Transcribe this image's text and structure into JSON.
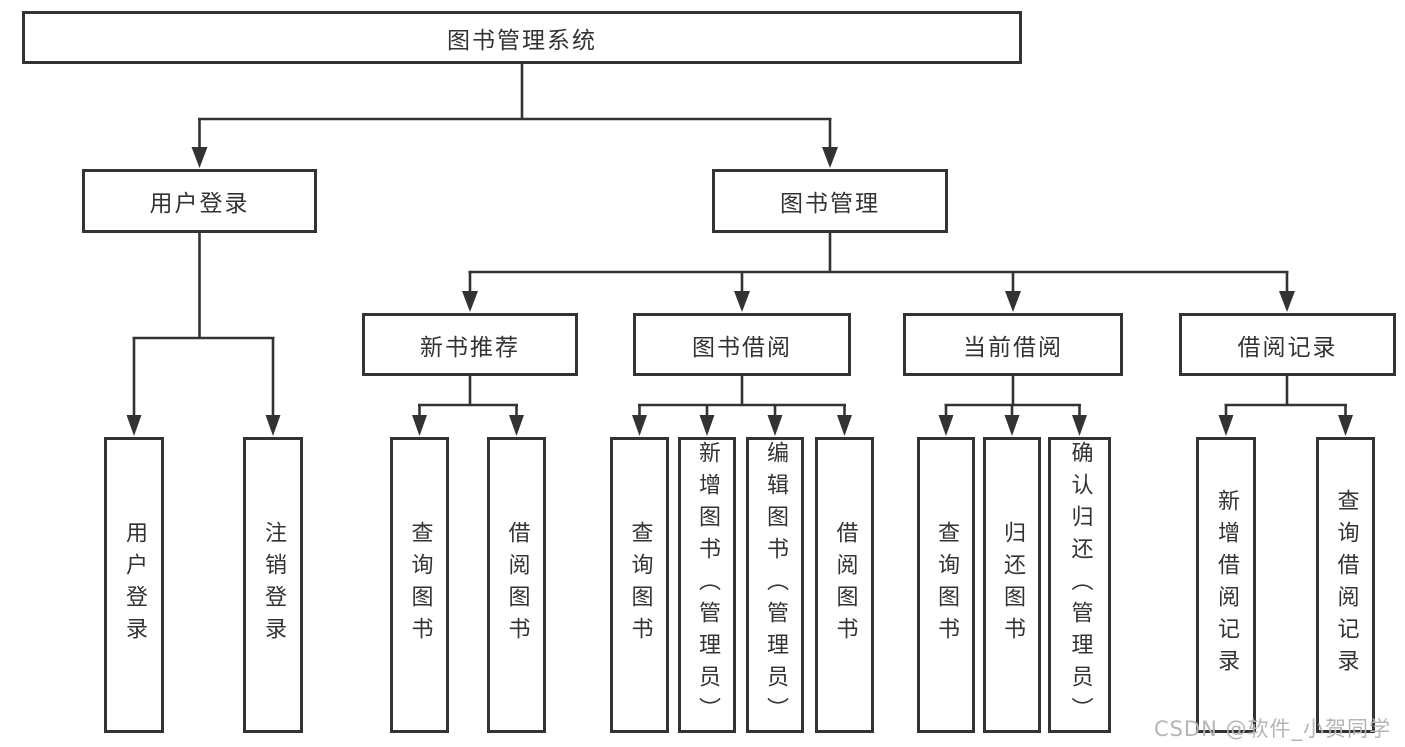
{
  "diagram": {
    "root": "图书管理系统",
    "branches": [
      {
        "label": "用户登录",
        "children": [
          "用户登录",
          "注销登录"
        ]
      },
      {
        "label": "图书管理",
        "children": []
      }
    ],
    "modules": [
      {
        "label": "新书推荐",
        "children": [
          "查询图书",
          "借阅图书"
        ]
      },
      {
        "label": "图书借阅",
        "children": [
          "查询图书",
          "新增图书（管理员）",
          "编辑图书（管理员）",
          "借阅图书"
        ]
      },
      {
        "label": "当前借阅",
        "children": [
          "查询图书",
          "归还图书",
          "确认归还（管理员）"
        ]
      },
      {
        "label": "借阅记录",
        "children": [
          "新增借阅记录",
          "查询借阅记录"
        ]
      }
    ]
  },
  "watermark": "CSDN @软件_小贺同学",
  "colors": {
    "line": "#333333",
    "text": "#333333",
    "watermark": "#b5b5b5",
    "background": "#ffffff"
  }
}
